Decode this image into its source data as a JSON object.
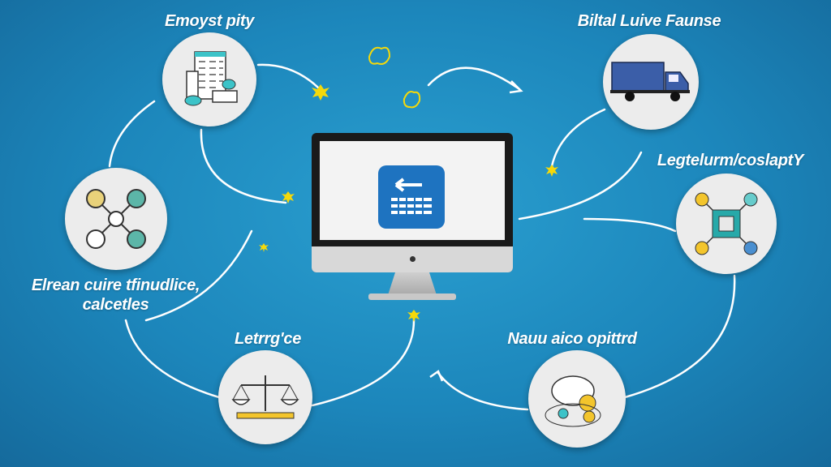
{
  "nodes": {
    "top_left": {
      "label": "Emoyst pity",
      "icon": "office-building-icon"
    },
    "top_right": {
      "label": "Biltal Luive Faunse",
      "icon": "delivery-truck-icon"
    },
    "right": {
      "label": "Legtelurm/coslaptY",
      "icon": "network-hub-icon"
    },
    "left": {
      "label": "Elrean cuire tfinudlice, calcetles",
      "icon": "connected-nodes-icon"
    },
    "bottom_left": {
      "label": "Letrrg'ce",
      "icon": "scales-icon"
    },
    "bottom_right": {
      "label": "Nauu aico opittrd",
      "icon": "coins-icon"
    }
  },
  "center": {
    "icon": "computer-monitor-icon",
    "app_icon": "back-arrow-keyboard-icon"
  },
  "colors": {
    "background": "#1c86bb",
    "accent": "#1e73c0",
    "star": "#f5d90a",
    "node": "#ececec"
  }
}
